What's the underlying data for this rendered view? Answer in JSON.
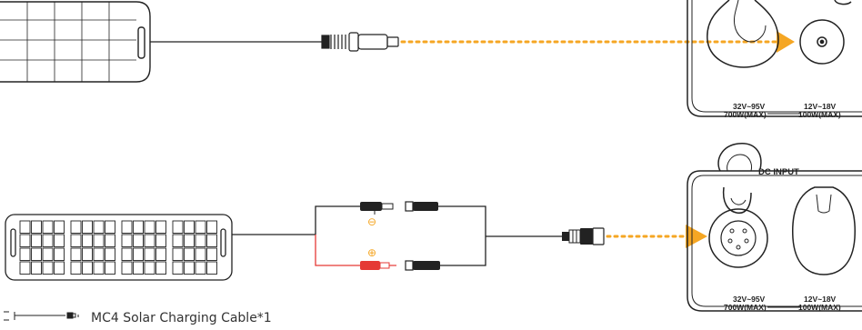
{
  "colors": {
    "line": "#222222",
    "flow_arrow": "#f5a623",
    "positive": "#e53935",
    "negative": "#222222",
    "sign_mark": "#f5a623",
    "background": "#ffffff"
  },
  "top_station": {
    "port_left_label_line1": "32V~95V",
    "port_left_label_line2": "700W(MAX)",
    "port_right_label_line1": "12V~18V",
    "port_right_label_line2": "100W(MAX)"
  },
  "bottom_station": {
    "header_label": "DC INPUT",
    "port_left_label_line1": "32V~95V",
    "port_left_label_line2": "700W(MAX)",
    "port_right_label_line1": "12V~18V",
    "port_right_label_line2": "100W(MAX)"
  },
  "cable": {
    "negative_symbol": "⊖",
    "positive_symbol": "⊕"
  },
  "legend": {
    "text": "MC4 Solar Charging Cable*1",
    "icon": "mc4-cable-icon"
  }
}
